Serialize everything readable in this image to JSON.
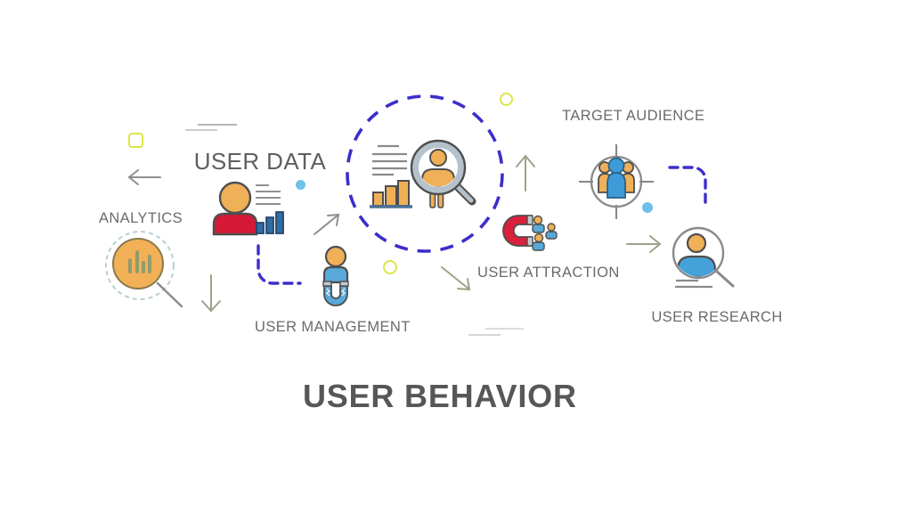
{
  "title": {
    "text": "USER BEHAVIOR"
  },
  "nodes": {
    "analytics": {
      "label": "ANALYTICS"
    },
    "user_data": {
      "label": "USER DATA"
    },
    "user_management": {
      "label": "USER MANAGEMENT"
    },
    "user_attraction": {
      "label": "USER ATTRACTION"
    },
    "target_audience": {
      "label": "TARGET AUDIENCE"
    },
    "user_research": {
      "label": "USER RESEARCH"
    }
  },
  "icons": {
    "analytics": "magnifier-bar-chart-icon",
    "user_data": "person-report-chart-icon",
    "central": "report-chart-magnifier-person-icon",
    "user_management": "person-magnet-icon",
    "user_attraction": "magnet-attracting-people-icon",
    "target_audience": "people-in-target-icon",
    "user_research": "person-magnifier-icon"
  },
  "colors": {
    "background": "#ffffff",
    "dashed_connector": "#3c2ecb",
    "orange": "#f0b057",
    "red": "#d41a38",
    "blue_person": "#4fa6d9",
    "steel_blue_bars": "#2e6da6",
    "olive_arrow": "#a3a089",
    "gray_arrow": "#8f8f8f",
    "label_text": "#6b6b6b",
    "title_text": "#575757",
    "lime_accent": "#dbe54d",
    "light_blue_dot": "#6fc0e8",
    "magnifier_gray": "#b5c2cc"
  }
}
